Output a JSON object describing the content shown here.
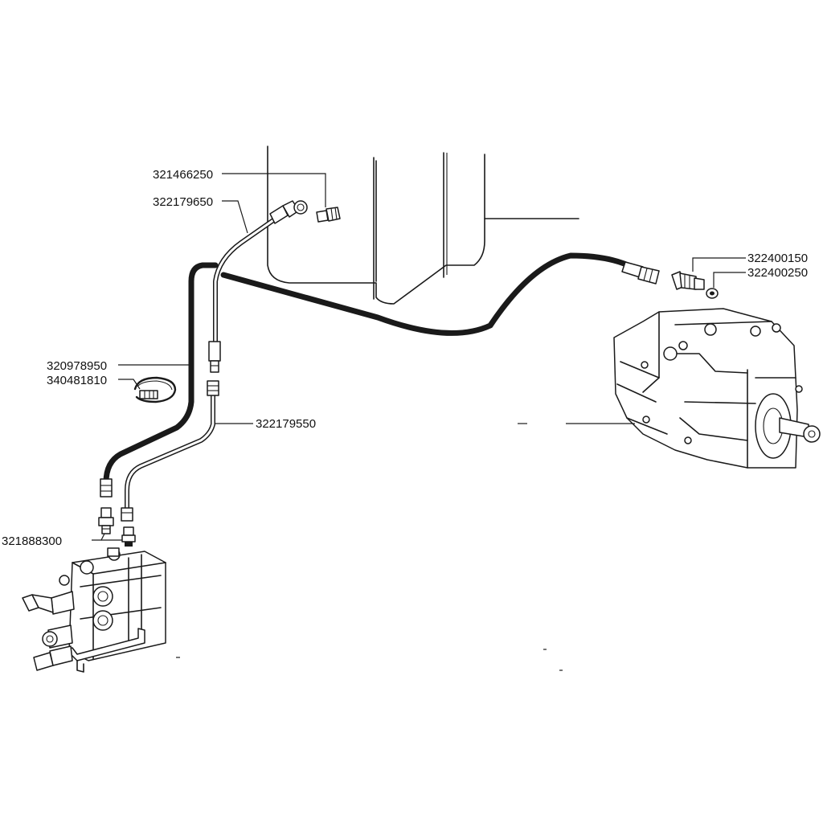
{
  "part_labels": {
    "p321466250": "321466250",
    "p322179650": "322179650",
    "p322400150": "322400150",
    "p322400250": "322400250",
    "p320978950": "320978950",
    "p340481810": "340481810",
    "p322179550": "322179550",
    "p321888300": "321888300"
  }
}
